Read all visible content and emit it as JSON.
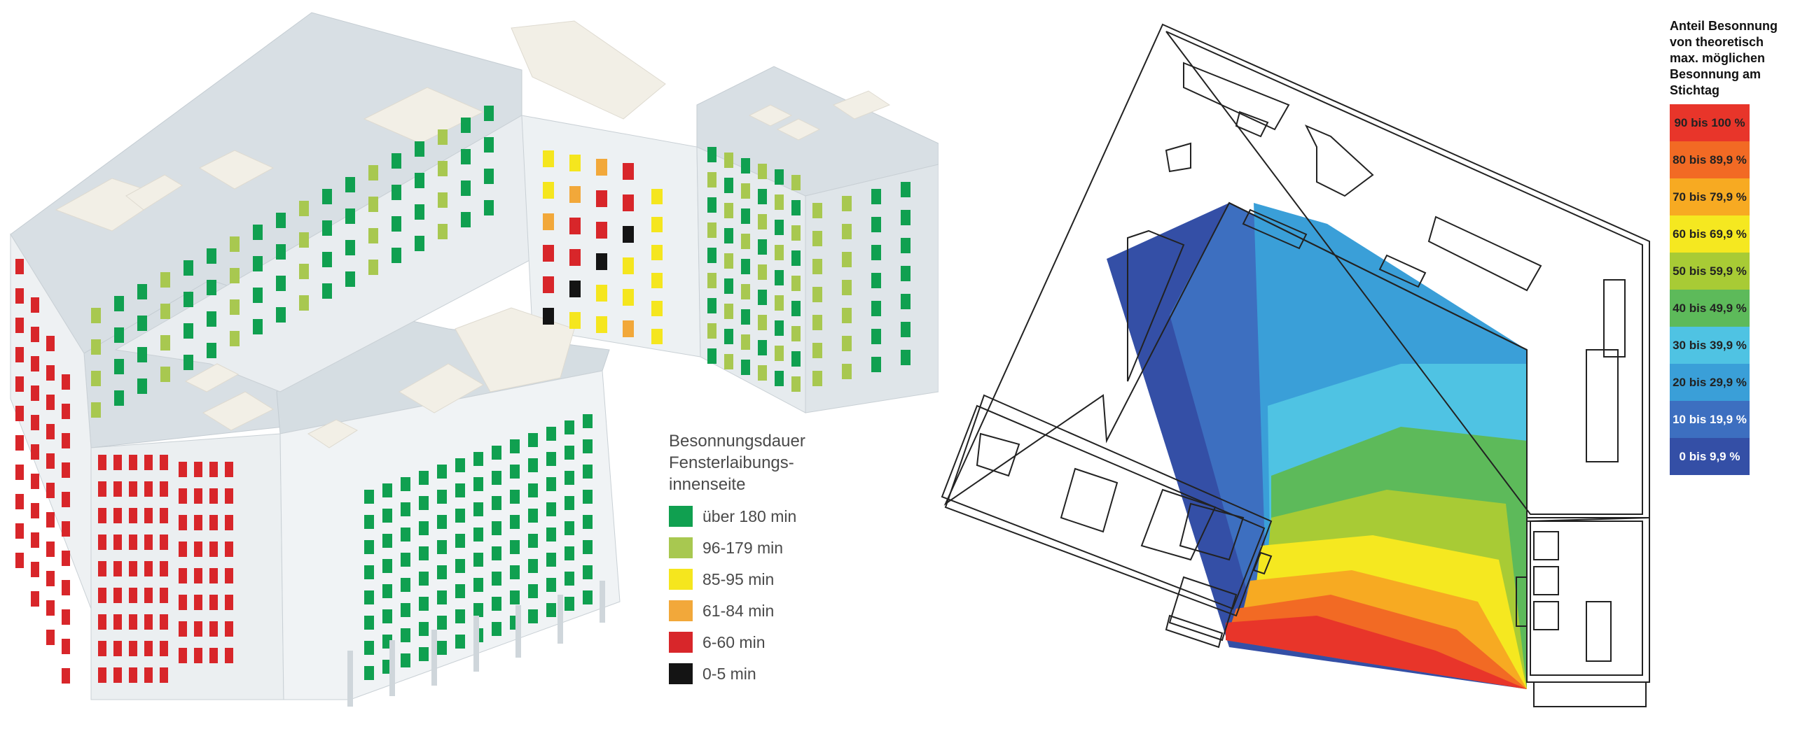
{
  "duration_legend": {
    "title_lines": [
      "Besonnungsdauer",
      "Fensterlaibungs-",
      "innenseite"
    ],
    "items": [
      {
        "label": "über 180 min",
        "color": "#10a050"
      },
      {
        "label": "96-179 min",
        "color": "#a8c850"
      },
      {
        "label": "85-95 min",
        "color": "#f5e61e"
      },
      {
        "label": "61-84 min",
        "color": "#f2a83a"
      },
      {
        "label": "6-60 min",
        "color": "#d8262a"
      },
      {
        "label": "0-5 min",
        "color": "#141414"
      }
    ]
  },
  "percent_legend": {
    "title_lines": [
      "Anteil Besonnung",
      "von theoretisch",
      "max. möglichen",
      "Besonnung am",
      "Stichtag"
    ],
    "items": [
      {
        "label": "90 bis 100 %",
        "color": "#e8352a",
        "dark": false
      },
      {
        "label": "80 bis 89,9 %",
        "color": "#f26a24",
        "dark": false
      },
      {
        "label": "70 bis 79,9 %",
        "color": "#f7aa22",
        "dark": false
      },
      {
        "label": "60 bis 69,9 %",
        "color": "#f5e820",
        "dark": false
      },
      {
        "label": "50 bis 59,9 %",
        "color": "#a8cb35",
        "dark": false
      },
      {
        "label": "40 bis 49,9 %",
        "color": "#5dba5a",
        "dark": false
      },
      {
        "label": "30 bis 39,9 %",
        "color": "#4fc3e3",
        "dark": false
      },
      {
        "label": "20 bis 29,9 %",
        "color": "#3a9fd8",
        "dark": false
      },
      {
        "label": "10 bis 19,9 %",
        "color": "#3d6fc0",
        "dark": true
      },
      {
        "label": "0 bis 9,9 %",
        "color": "#344fa6",
        "dark": true
      }
    ]
  }
}
